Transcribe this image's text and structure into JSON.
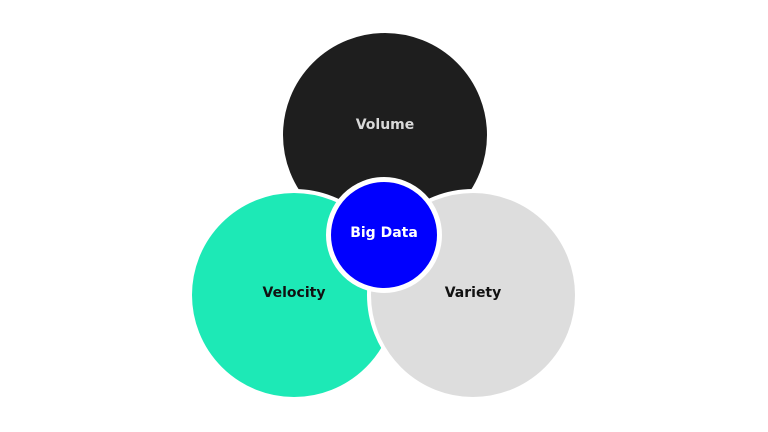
{
  "diagram": {
    "center": {
      "label": "Big Data",
      "color": "#0000ff",
      "text_color": "#ffffff"
    },
    "circles": [
      {
        "label": "Volume",
        "color": "#1e1e1e",
        "text_color": "#d9d9d9"
      },
      {
        "label": "Velocity",
        "color": "#1de9b6",
        "text_color": "#111111"
      },
      {
        "label": "Variety",
        "color": "#dddddd",
        "text_color": "#111111"
      }
    ]
  }
}
